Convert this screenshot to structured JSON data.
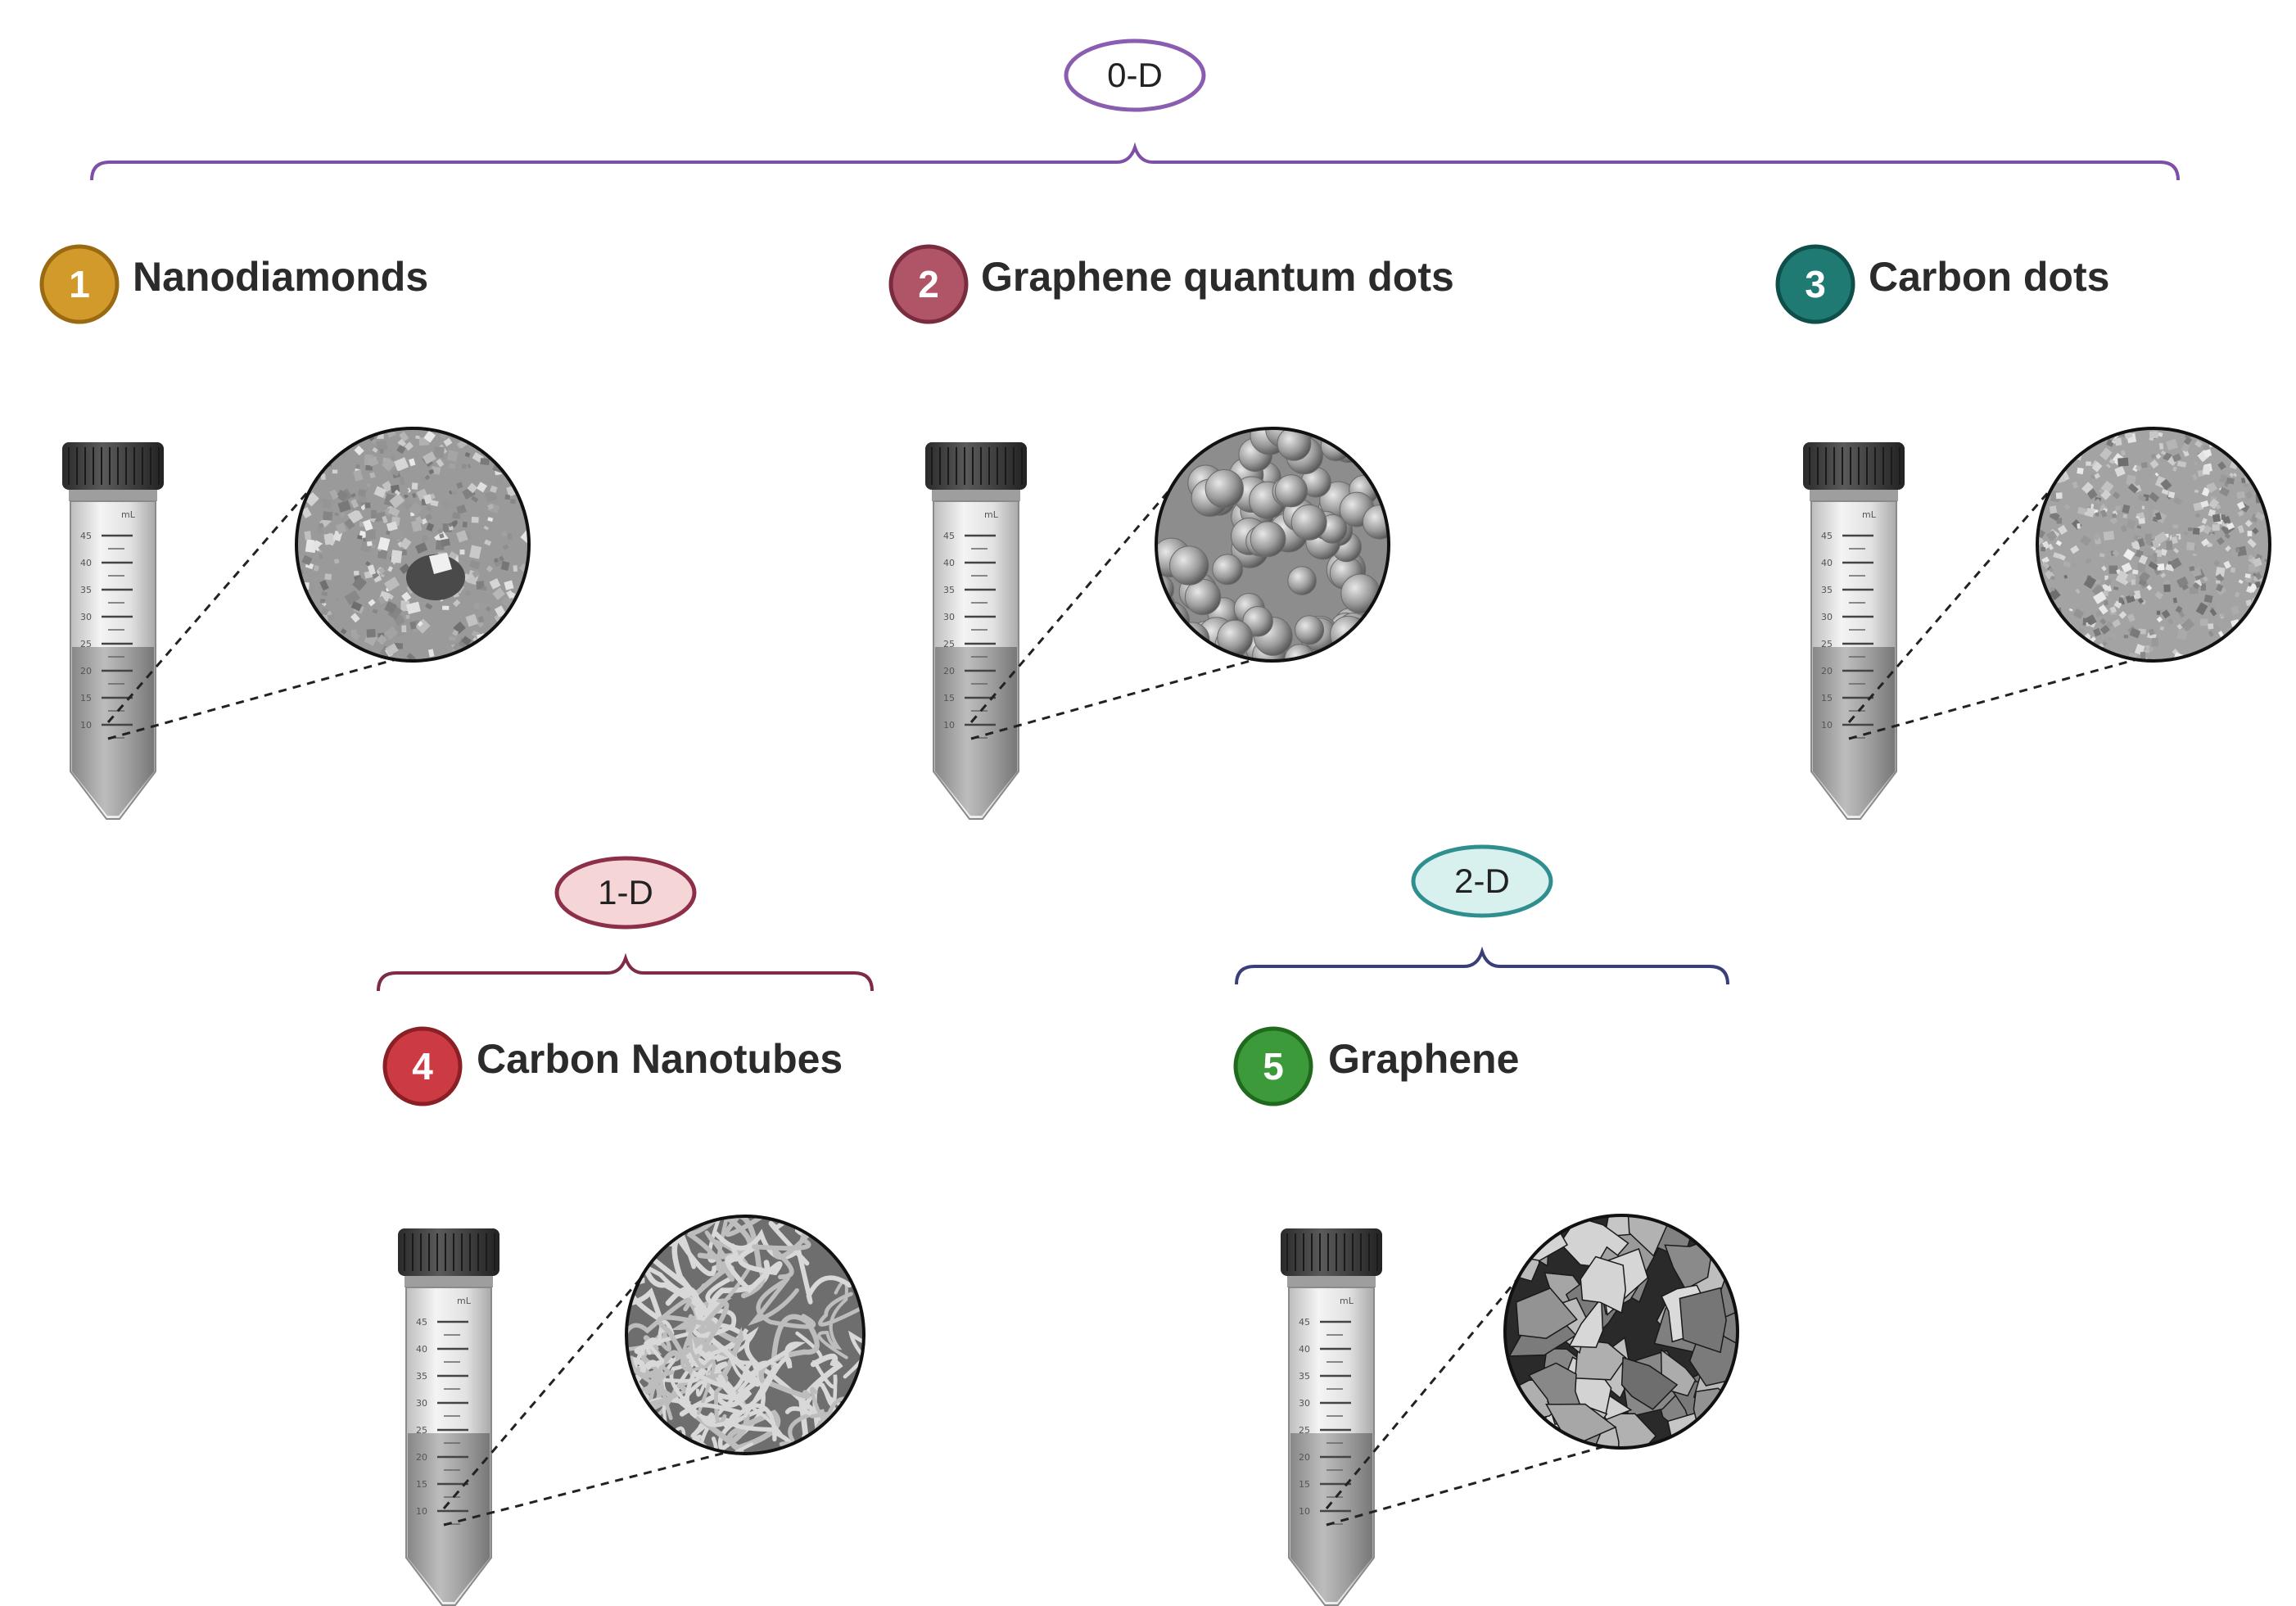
{
  "groups": [
    {
      "label": "0-D",
      "border": "#8a5db0",
      "fill": "#ffffff",
      "bracket": "#7d4fa6"
    },
    {
      "label": "1-D",
      "border": "#8e2f4a",
      "fill": "#f5d5d5",
      "bracket": "#7e2b45"
    },
    {
      "label": "2-D",
      "border": "#2f8f8f",
      "fill": "#d9f1ee",
      "bracket": "#3a3f78"
    }
  ],
  "items": [
    {
      "number": "1",
      "name": "Nanodiamonds",
      "badge_color": "#d29a2a",
      "badge_border": "#9a6a12",
      "texture": "nanodiamond-sem-texture",
      "tone": "#9a9a9a"
    },
    {
      "number": "2",
      "name": "Graphene quantum dots",
      "badge_color": "#b05468",
      "badge_border": "#7a2c3f",
      "texture": "spheres-sem-texture",
      "tone": "#8d8d8d"
    },
    {
      "number": "3",
      "name": "Carbon dots",
      "badge_color": "#1f7a73",
      "badge_border": "#0f4f4a",
      "texture": "granular-sem-texture",
      "tone": "#a3a3a3"
    },
    {
      "number": "4",
      "name": "Carbon Nanotubes",
      "badge_color": "#cc3b43",
      "badge_border": "#8a1f25",
      "texture": "tubes-sem-texture",
      "tone": "#8a8a8a"
    },
    {
      "number": "5",
      "name": "Graphene",
      "badge_color": "#3c9a3a",
      "badge_border": "#1f6a1d",
      "texture": "flakes-sem-texture",
      "tone": "#5a5a5a"
    }
  ],
  "tube": {
    "unit": "mL",
    "scale_labels": [
      "45",
      "40",
      "35",
      "30",
      "25",
      "20",
      "15",
      "10"
    ]
  }
}
